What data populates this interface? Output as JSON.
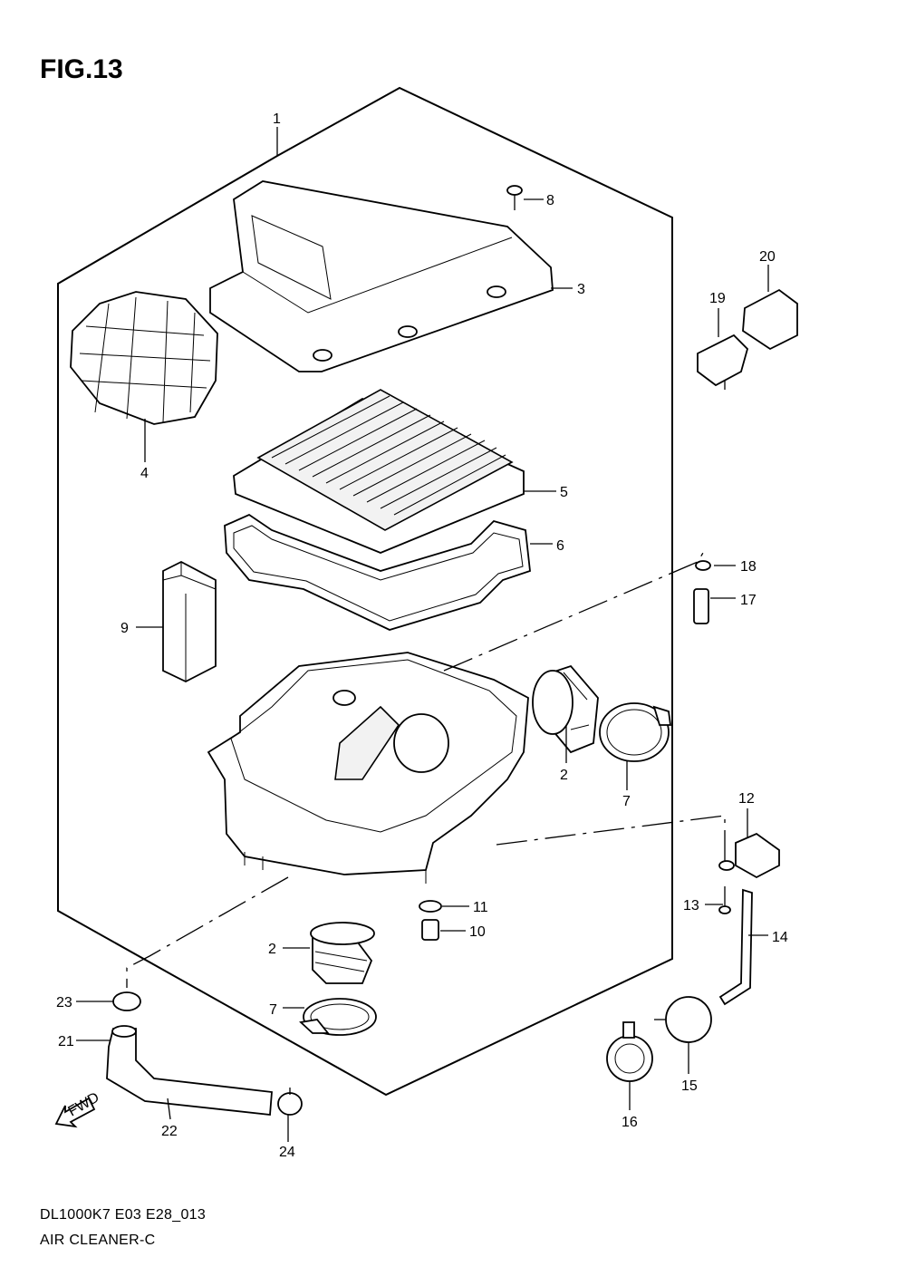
{
  "figure": {
    "title": "FIG.13",
    "code": "DL1000K7 E03 E28_013",
    "name": "AIR CLEANER-C"
  },
  "callouts": [
    "1",
    "2",
    "2",
    "3",
    "4",
    "5",
    "6",
    "7",
    "7",
    "8",
    "9",
    "10",
    "11",
    "12",
    "13",
    "14",
    "15",
    "16",
    "17",
    "18",
    "19",
    "20",
    "21",
    "22",
    "23",
    "24"
  ],
  "fwd_label": "FWD"
}
